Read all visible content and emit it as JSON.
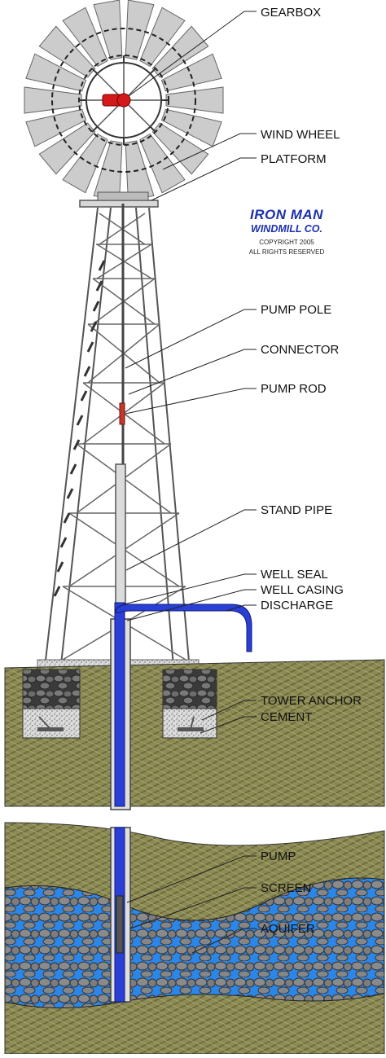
{
  "brand": {
    "name": "IRON MAN",
    "company": "WINDMILL CO.",
    "copyright": "COPYRIGHT 2005",
    "rights": "ALL RIGHTS RESERVED",
    "color": "#1d2fae"
  },
  "labels": {
    "gearbox": "GEARBOX",
    "wind_wheel": "WIND WHEEL",
    "platform": "PLATFORM",
    "pump_pole": "PUMP POLE",
    "connector": "CONNECTOR",
    "pump_rod": "PUMP ROD",
    "stand_pipe": "STAND PIPE",
    "well_seal": "WELL SEAL",
    "well_casing": "WELL CASING",
    "discharge": "DISCHARGE",
    "tower_anchor": "TOWER ANCHOR",
    "cement": "CEMENT",
    "pump": "PUMP",
    "screen": "SCREEN",
    "aquifer": "AQUIFER"
  },
  "colors": {
    "pipe": "#2a3fd6",
    "soil": "#8a8a52",
    "gravel": "#5a5a5a",
    "water": "#2b86e8",
    "gearbox": "#d31a1a",
    "blade": "#cccccc"
  }
}
